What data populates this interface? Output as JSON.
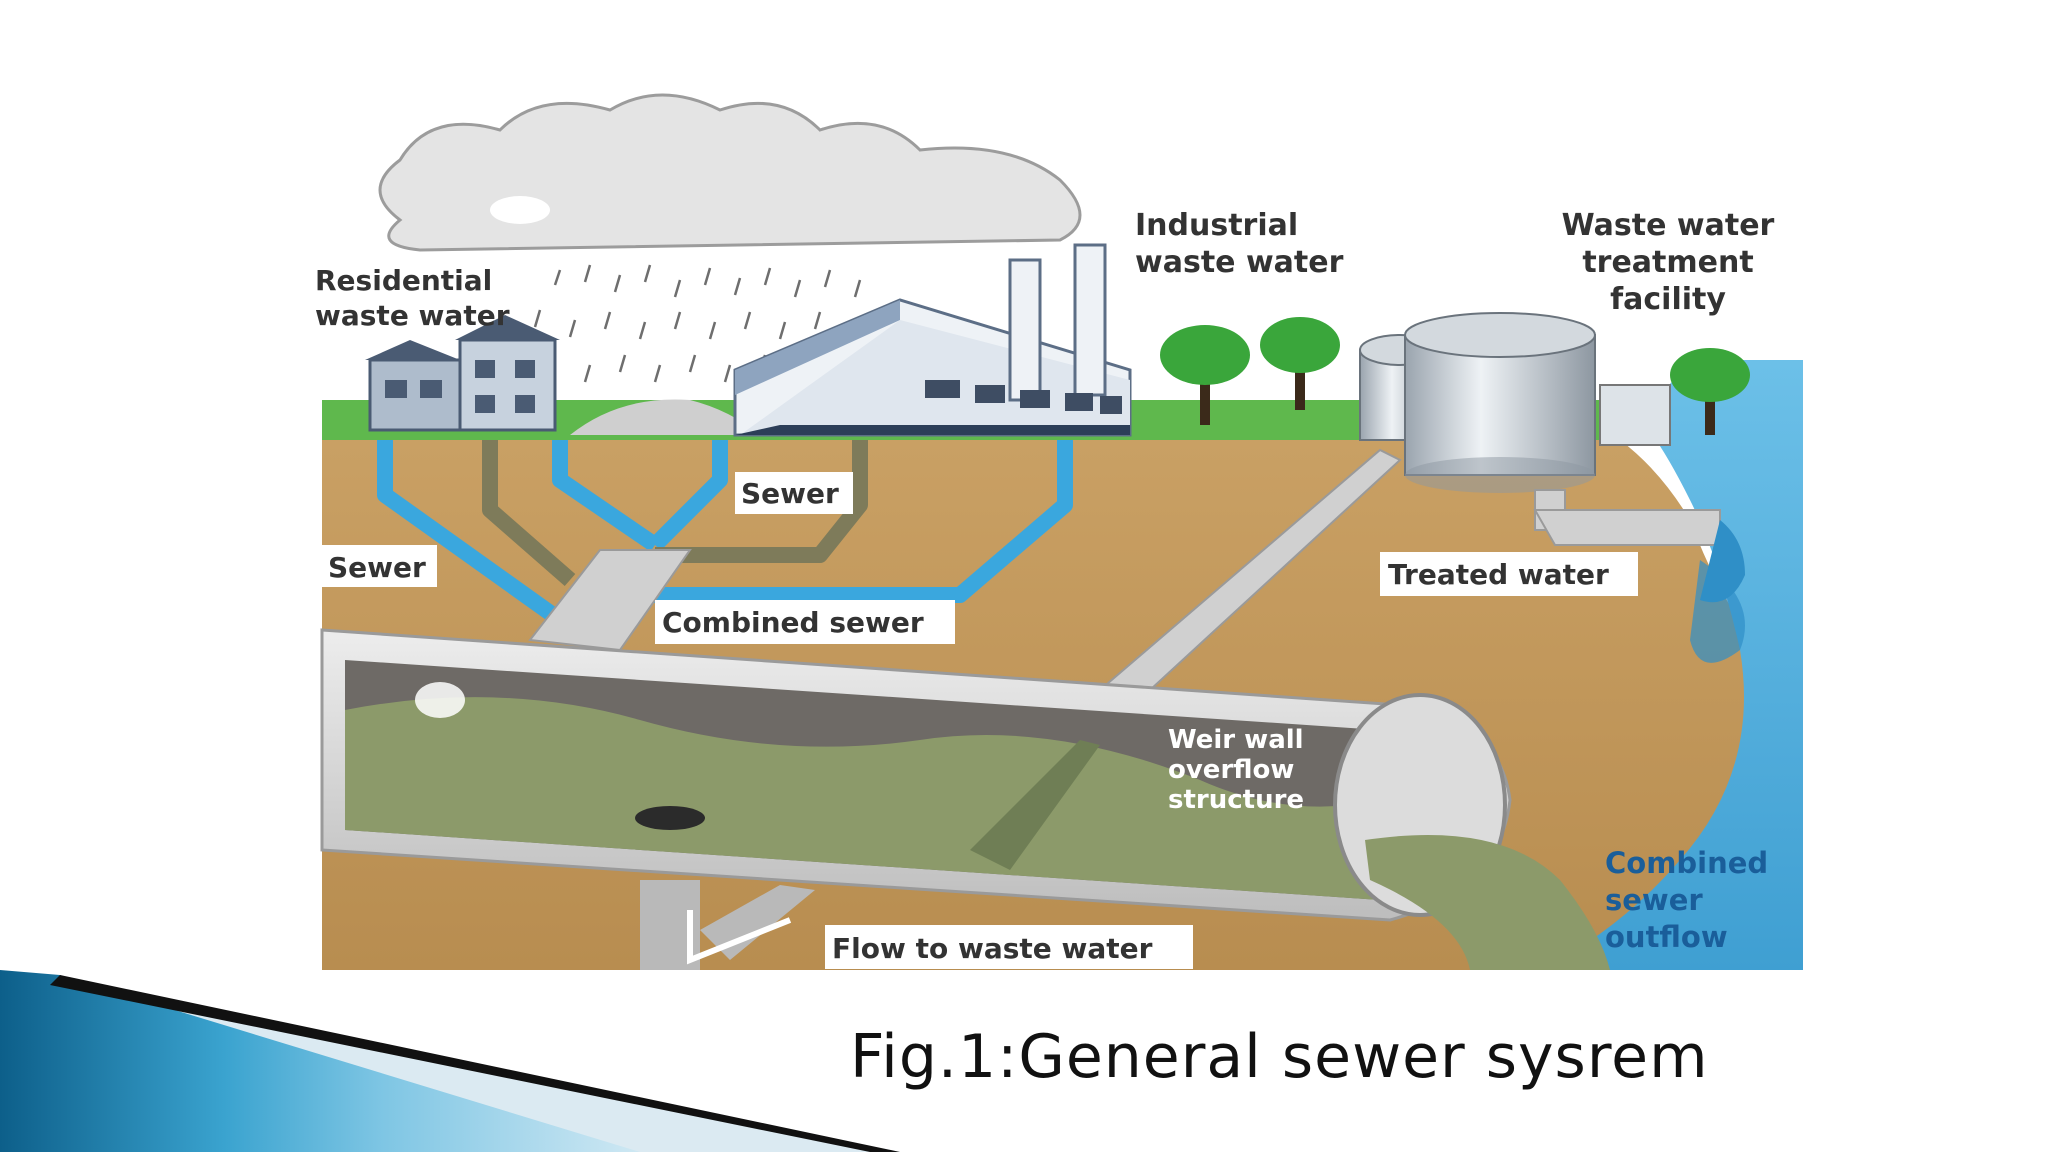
{
  "figure": {
    "caption": "Fig.1:General sewer sysrem",
    "labels": {
      "residential_1": "Residential",
      "residential_2": "waste water",
      "industrial_1": "Industrial",
      "industrial_2": "waste water",
      "treatment_1": "Waste water",
      "treatment_2": "treatment",
      "treatment_3": "facility",
      "sewer_left": "Sewer",
      "sewer_mid": "Sewer",
      "combined_sewer": "Combined sewer",
      "treated_water": "Treated water",
      "weir_1": "Weir wall",
      "weir_2": "overflow",
      "weir_3": "structure",
      "flow_to_ww": "Flow to waste water",
      "cso_1": "Combined",
      "cso_2": "sewer",
      "cso_3": "outflow"
    }
  },
  "colors": {
    "soil": "#c8a062",
    "sky": "#ffffff",
    "grass": "#4caf50",
    "water": "#5ab4e0",
    "pipe": "#d6d6d6",
    "sewage": "#8a9a68",
    "clean_water_pipe": "#4fb3e6",
    "dirty_pipe": "#8a8a66",
    "slide_accent": "#1b7fae",
    "dark_band": "#111111",
    "label_blue": "#1a5e9a"
  }
}
